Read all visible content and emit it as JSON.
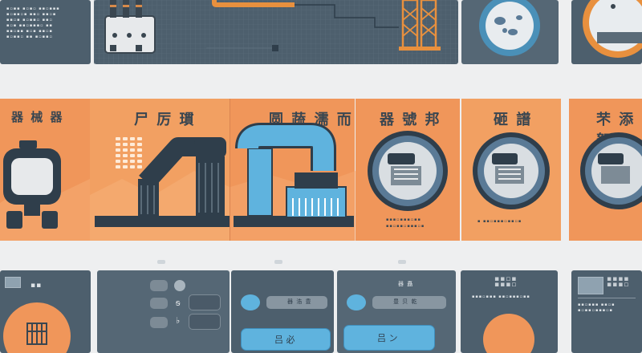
{
  "top_row": {
    "panel1_lines": [
      "",
      "",
      "",
      "",
      "",
      ""
    ],
    "panel_icons": [
      "valve-block-icon",
      "pipe-tower-icon",
      "gauge-knob-icon",
      "dial-icon"
    ]
  },
  "middle_row": {
    "cards": [
      {
        "title": "器 械 器",
        "icon": "boiler-tank-icon"
      },
      {
        "title": "尸 厉 瑻",
        "icon": "pipe-arm-icon"
      },
      {
        "title": "圆 蔬 濡 而",
        "icon": "blue-pump-icon"
      },
      {
        "title": "器 號 邦",
        "icon": "round-gauge-icon"
      },
      {
        "title": "砸 譜",
        "icon": "round-gauge-icon"
      },
      {
        "title": "芣 添 絮",
        "icon": "round-gauge-icon"
      }
    ]
  },
  "bottom_row": {
    "labels": [
      "器 矗",
      "器 浩 豊",
      "豊 贝 乾"
    ],
    "button1": "吕 必",
    "button2": "吕 ン"
  },
  "colors": {
    "slate": "#4d5f6d",
    "orange": "#f0965a",
    "blue": "#5fb3de",
    "navy": "#2f3e4b"
  }
}
